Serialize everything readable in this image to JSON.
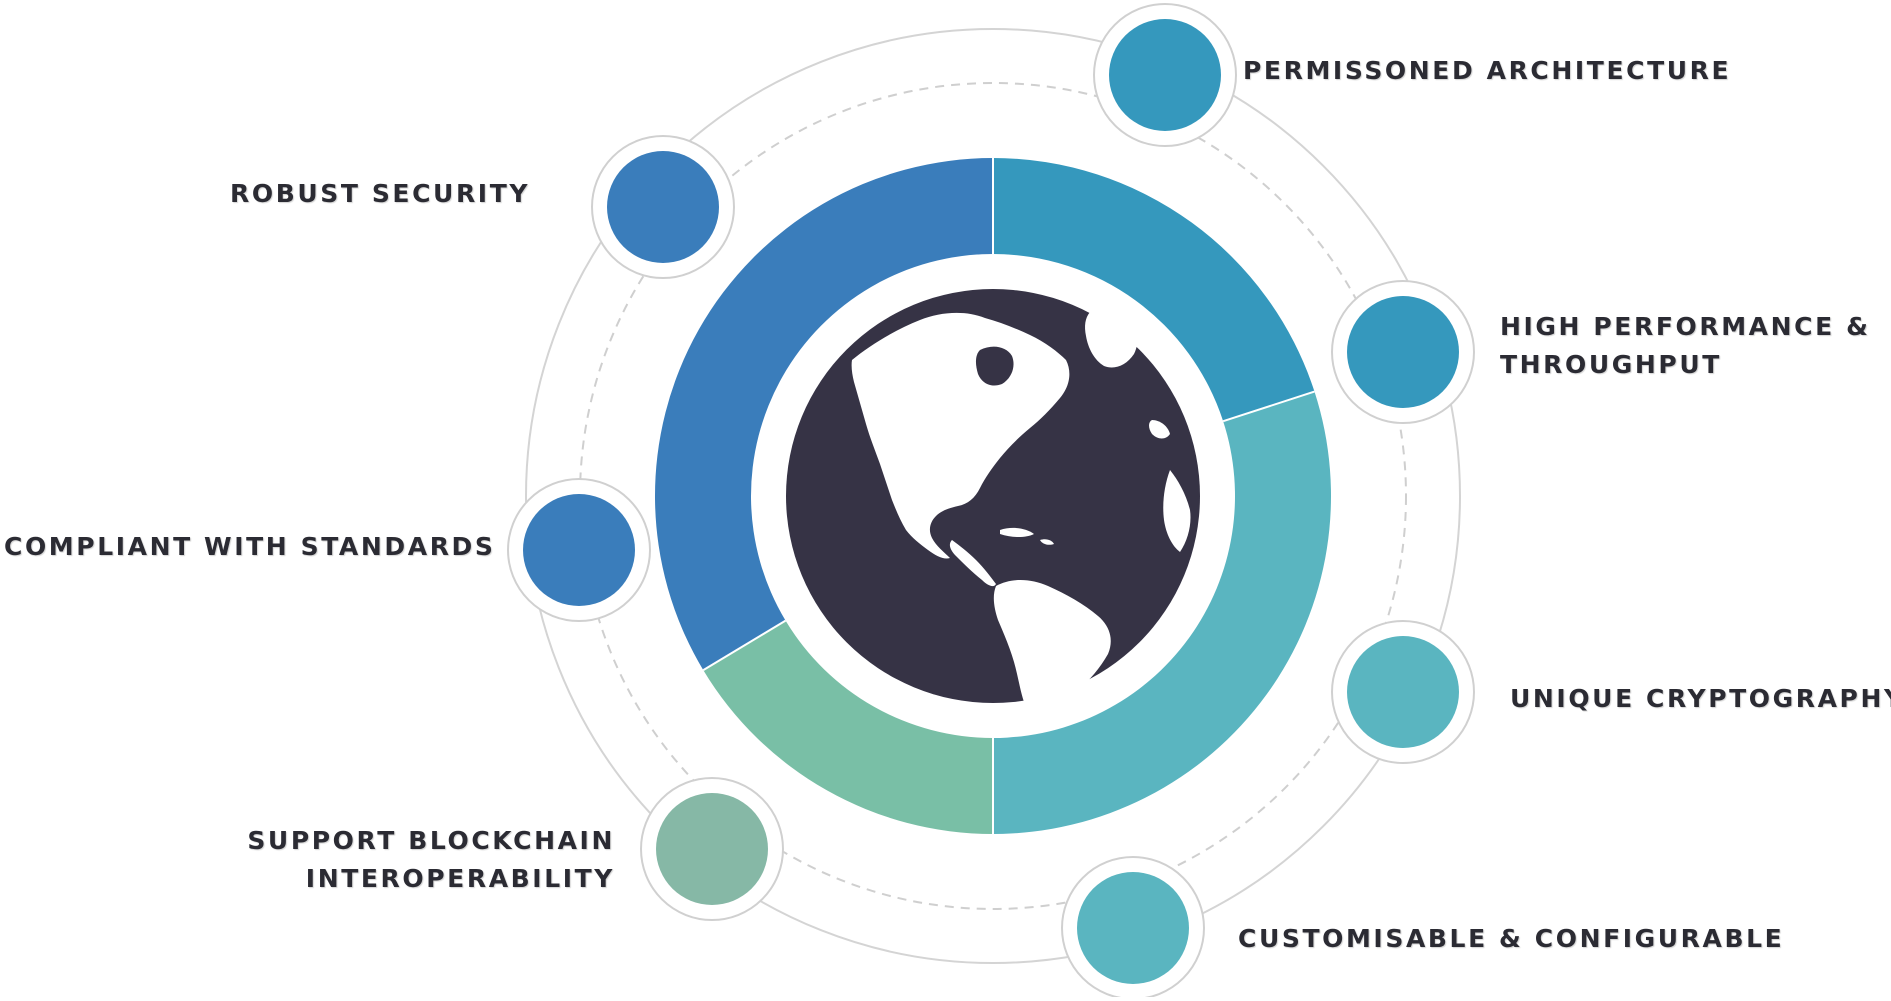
{
  "colors": {
    "blue": "#3a7dbb",
    "teal_dark": "#3598bd",
    "teal_light": "#5ab5c0",
    "green": "#79bfa6",
    "sage": "#86b8a6",
    "globe": "#363345",
    "land": "#ffffff",
    "ring_line": "#d0d0d0",
    "text": "#2b2b33"
  },
  "icons": {
    "center": "globe-americas-icon"
  },
  "features": [
    {
      "id": "permissioned-architecture",
      "lines": [
        "PERMISSONED ARCHITECTURE"
      ],
      "color": "#3598bd"
    },
    {
      "id": "robust-security",
      "lines": [
        "ROBUST  SECURITY"
      ],
      "color": "#3a7dbb"
    },
    {
      "id": "high-performance",
      "lines": [
        "HIGH PERFORMANCE &",
        "THROUGHPUT"
      ],
      "color": "#3598bd"
    },
    {
      "id": "compliant-standards",
      "lines": [
        "COMPLIANT WITH STANDARDS"
      ],
      "color": "#3a7dbb"
    },
    {
      "id": "unique-cryptography",
      "lines": [
        "UNIQUE CRYPTOGRAPHY"
      ],
      "color": "#5ab5c0"
    },
    {
      "id": "blockchain-interoperability",
      "lines": [
        "SUPPORT BLOCKCHAIN",
        "INTEROPERABILITY"
      ],
      "color": "#86b8a6"
    },
    {
      "id": "customisable-configurable",
      "lines": [
        "CUSTOMISABLE & CONFIGURABLE"
      ],
      "color": "#5ab5c0"
    }
  ]
}
